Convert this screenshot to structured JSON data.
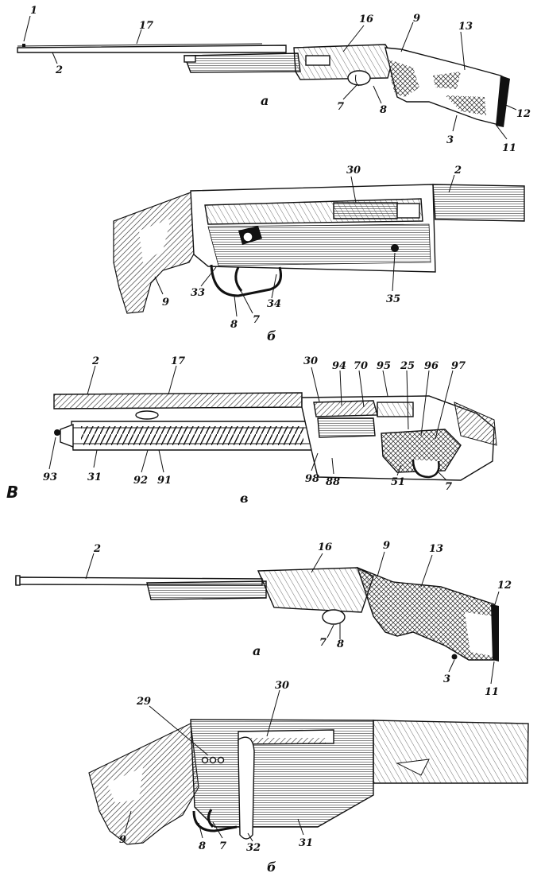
{
  "figures": [
    {
      "id": "fig1a",
      "caption": "а",
      "labels": [
        "1",
        "17",
        "2",
        "16",
        "9",
        "13",
        "7",
        "8",
        "12",
        "3",
        "11"
      ]
    },
    {
      "id": "fig1b",
      "caption": "б",
      "labels": [
        "30",
        "2",
        "9",
        "33",
        "34",
        "35",
        "7",
        "8"
      ]
    },
    {
      "id": "fig1c",
      "caption": "в",
      "side_letter": "В",
      "labels": [
        "2",
        "17",
        "30",
        "94",
        "70",
        "95",
        "25",
        "96",
        "97",
        "93",
        "31",
        "92",
        "91",
        "98",
        "88",
        "51",
        "7"
      ]
    },
    {
      "id": "fig2a",
      "caption": "а",
      "labels": [
        "2",
        "16",
        "9",
        "13",
        "12",
        "7",
        "8",
        "3",
        "11"
      ]
    },
    {
      "id": "fig2b",
      "caption": "б",
      "labels": [
        "29",
        "30",
        "9",
        "8",
        "7",
        "32",
        "31"
      ]
    }
  ]
}
